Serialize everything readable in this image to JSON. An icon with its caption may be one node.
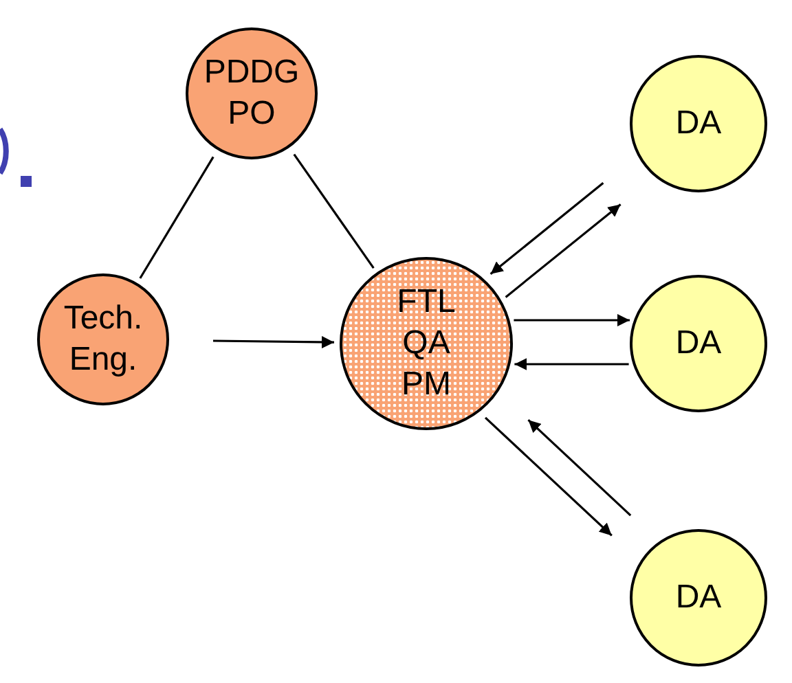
{
  "diagram": {
    "nodes": [
      {
        "text": [
          "PDDG PO"
        ]
      },
      {
        "text": [
          "Tech. Eng."
        ]
      },
      {
        "text": [
          "FTL QA PM"
        ]
      },
      {
        "text": [
          "DA"
        ]
      },
      {
        "text": [
          "DA"
        ]
      },
      {
        "text": [
          "DA"
        ]
      }
    ],
    "edges": [
      {
        "from": 0,
        "to": 1,
        "arrow": "none"
      },
      {
        "from": 0,
        "to": 2,
        "arrow": "none"
      },
      {
        "from": 1,
        "to": 2,
        "arrow": "to"
      },
      {
        "from": 3,
        "to": 2,
        "arrow": "to"
      },
      {
        "from": 2,
        "to": 3,
        "arrow": "to"
      },
      {
        "from": 2,
        "to": 4,
        "arrow": "to"
      },
      {
        "from": 4,
        "to": 2,
        "arrow": "to"
      },
      {
        "from": 2,
        "to": 5,
        "arrow": "to"
      },
      {
        "from": 5,
        "to": 2,
        "arrow": "to"
      }
    ]
  }
}
